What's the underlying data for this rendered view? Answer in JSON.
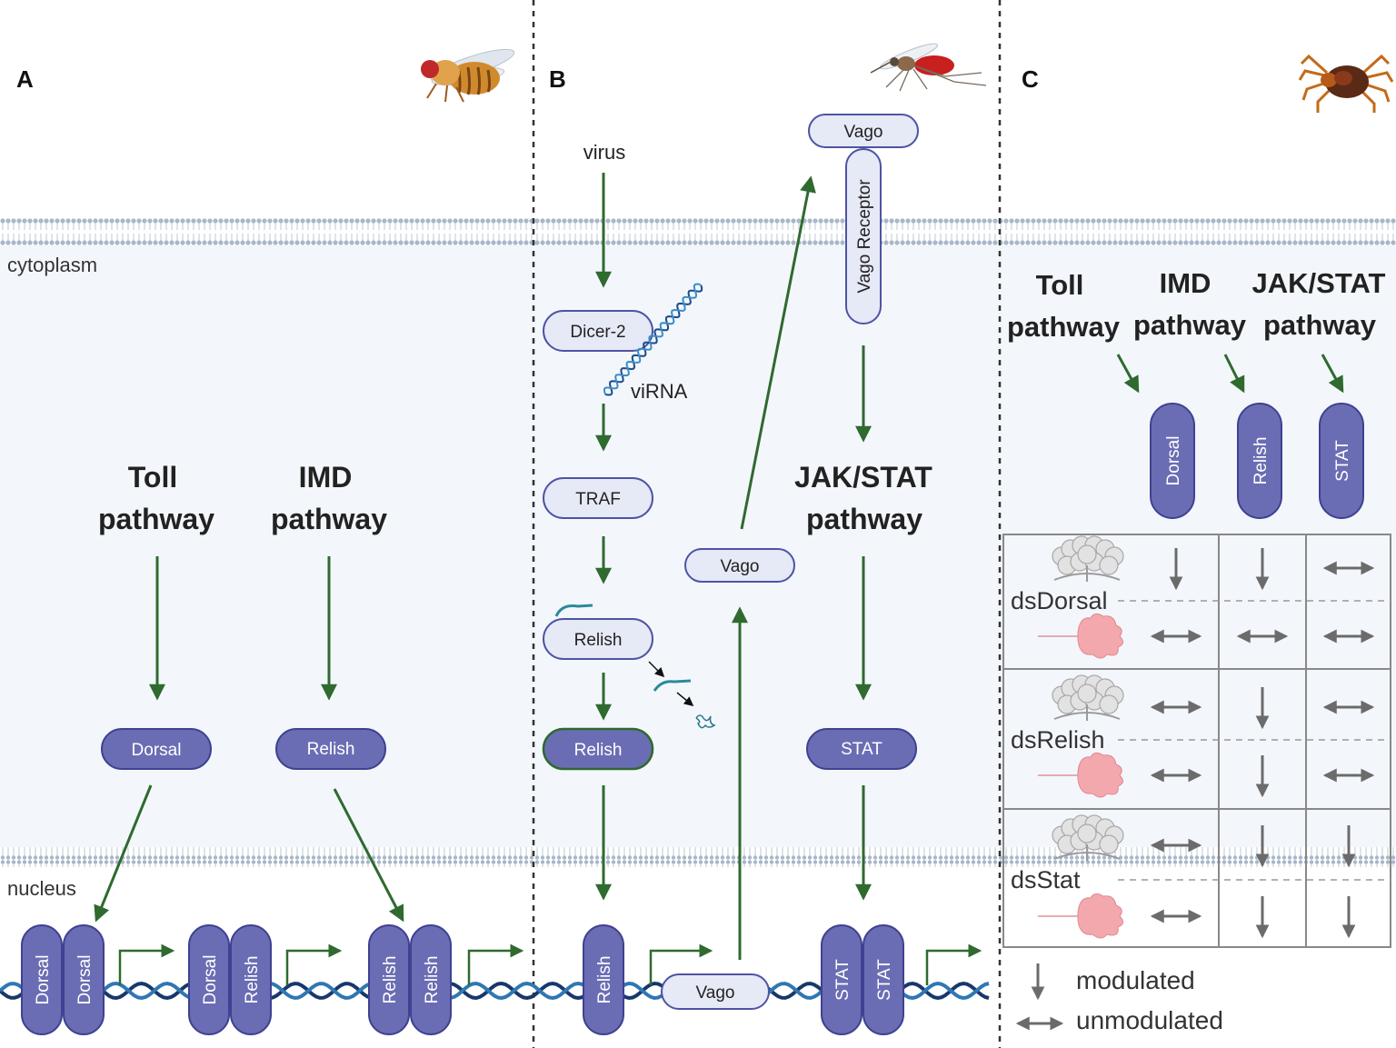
{
  "panels": {
    "a": {
      "label": "A"
    },
    "b": {
      "label": "B"
    },
    "c": {
      "label": "C"
    }
  },
  "regions": {
    "cytoplasm": "cytoplasm",
    "nucleus": "nucleus"
  },
  "panel_a": {
    "toll_line1": "Toll",
    "toll_line2": "pathway",
    "imd_line1": "IMD",
    "imd_line2": "pathway",
    "dorsal": "Dorsal",
    "relish": "Relish",
    "dimers": [
      [
        "Dorsal",
        "Dorsal"
      ],
      [
        "Dorsal",
        "Relish"
      ],
      [
        "Relish",
        "Relish"
      ]
    ]
  },
  "panel_b": {
    "virus": "virus",
    "dicer": "Dicer-2",
    "virna": "viRNA",
    "traf": "TRAF",
    "relish_cyto": "Relish",
    "relish_active": "Relish",
    "relish_nuclear": "Relish",
    "vago_secreted": "Vago",
    "vago_gene": "Vago",
    "vago_ligand": "Vago",
    "vago_receptor": "Vago Receptor",
    "jak_line1": "JAK/STAT",
    "jak_line2": "pathway",
    "stat": "STAT",
    "stat_dimer": [
      "STAT",
      "STAT"
    ]
  },
  "panel_c": {
    "headers": [
      {
        "line1": "Toll",
        "line2": "pathway"
      },
      {
        "line1": "IMD",
        "line2": "pathway"
      },
      {
        "line1": "JAK/STAT",
        "line2": "pathway"
      }
    ],
    "factors": [
      "Dorsal",
      "Relish",
      "STAT"
    ],
    "rows": [
      {
        "label": "dsDorsal",
        "fat_body": [
          "modulated",
          "modulated",
          "unmodulated"
        ],
        "gut": [
          "unmodulated",
          "unmodulated",
          "unmodulated"
        ]
      },
      {
        "label": "dsRelish",
        "fat_body": [
          "unmodulated",
          "modulated",
          "unmodulated"
        ],
        "gut": [
          "unmodulated",
          "modulated",
          "unmodulated"
        ]
      },
      {
        "label": "dsStat",
        "fat_body": [
          "unmodulated",
          "modulated",
          "modulated"
        ],
        "gut": [
          "unmodulated",
          "modulated",
          "modulated"
        ]
      }
    ],
    "legend": {
      "modulated": "modulated",
      "unmodulated": "unmodulated"
    }
  },
  "colors": {
    "protein_dark": "#6b6db4",
    "protein_dark_stroke": "#3f4191",
    "protein_light": "#e6e9f6",
    "protein_light_stroke": "#4d54a3",
    "arrow_green": "#2f6a2f",
    "arrow_grey": "#6b6b6b",
    "membrane": "#9fb0c4",
    "cytoplasm_bg": "#f3f7fc",
    "dna_dark": "#17386b",
    "dna_light": "#2f77b3"
  }
}
